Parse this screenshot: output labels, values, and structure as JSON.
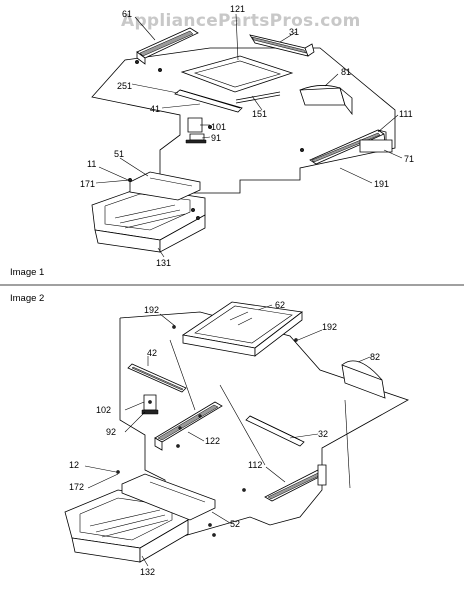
{
  "watermark": "AppliancePartsPros.com",
  "sections": [
    {
      "label": "Image 1"
    },
    {
      "label": "Image 2"
    }
  ],
  "callouts": {
    "img1": [
      "121",
      "61",
      "31",
      "81",
      "251",
      "41",
      "151",
      "101",
      "91",
      "111",
      "71",
      "191",
      "11",
      "171",
      "51",
      "131"
    ],
    "img2": [
      "62",
      "192",
      "192",
      "82",
      "42",
      "102",
      "92",
      "122",
      "32",
      "12",
      "172",
      "112",
      "52",
      "132"
    ]
  }
}
